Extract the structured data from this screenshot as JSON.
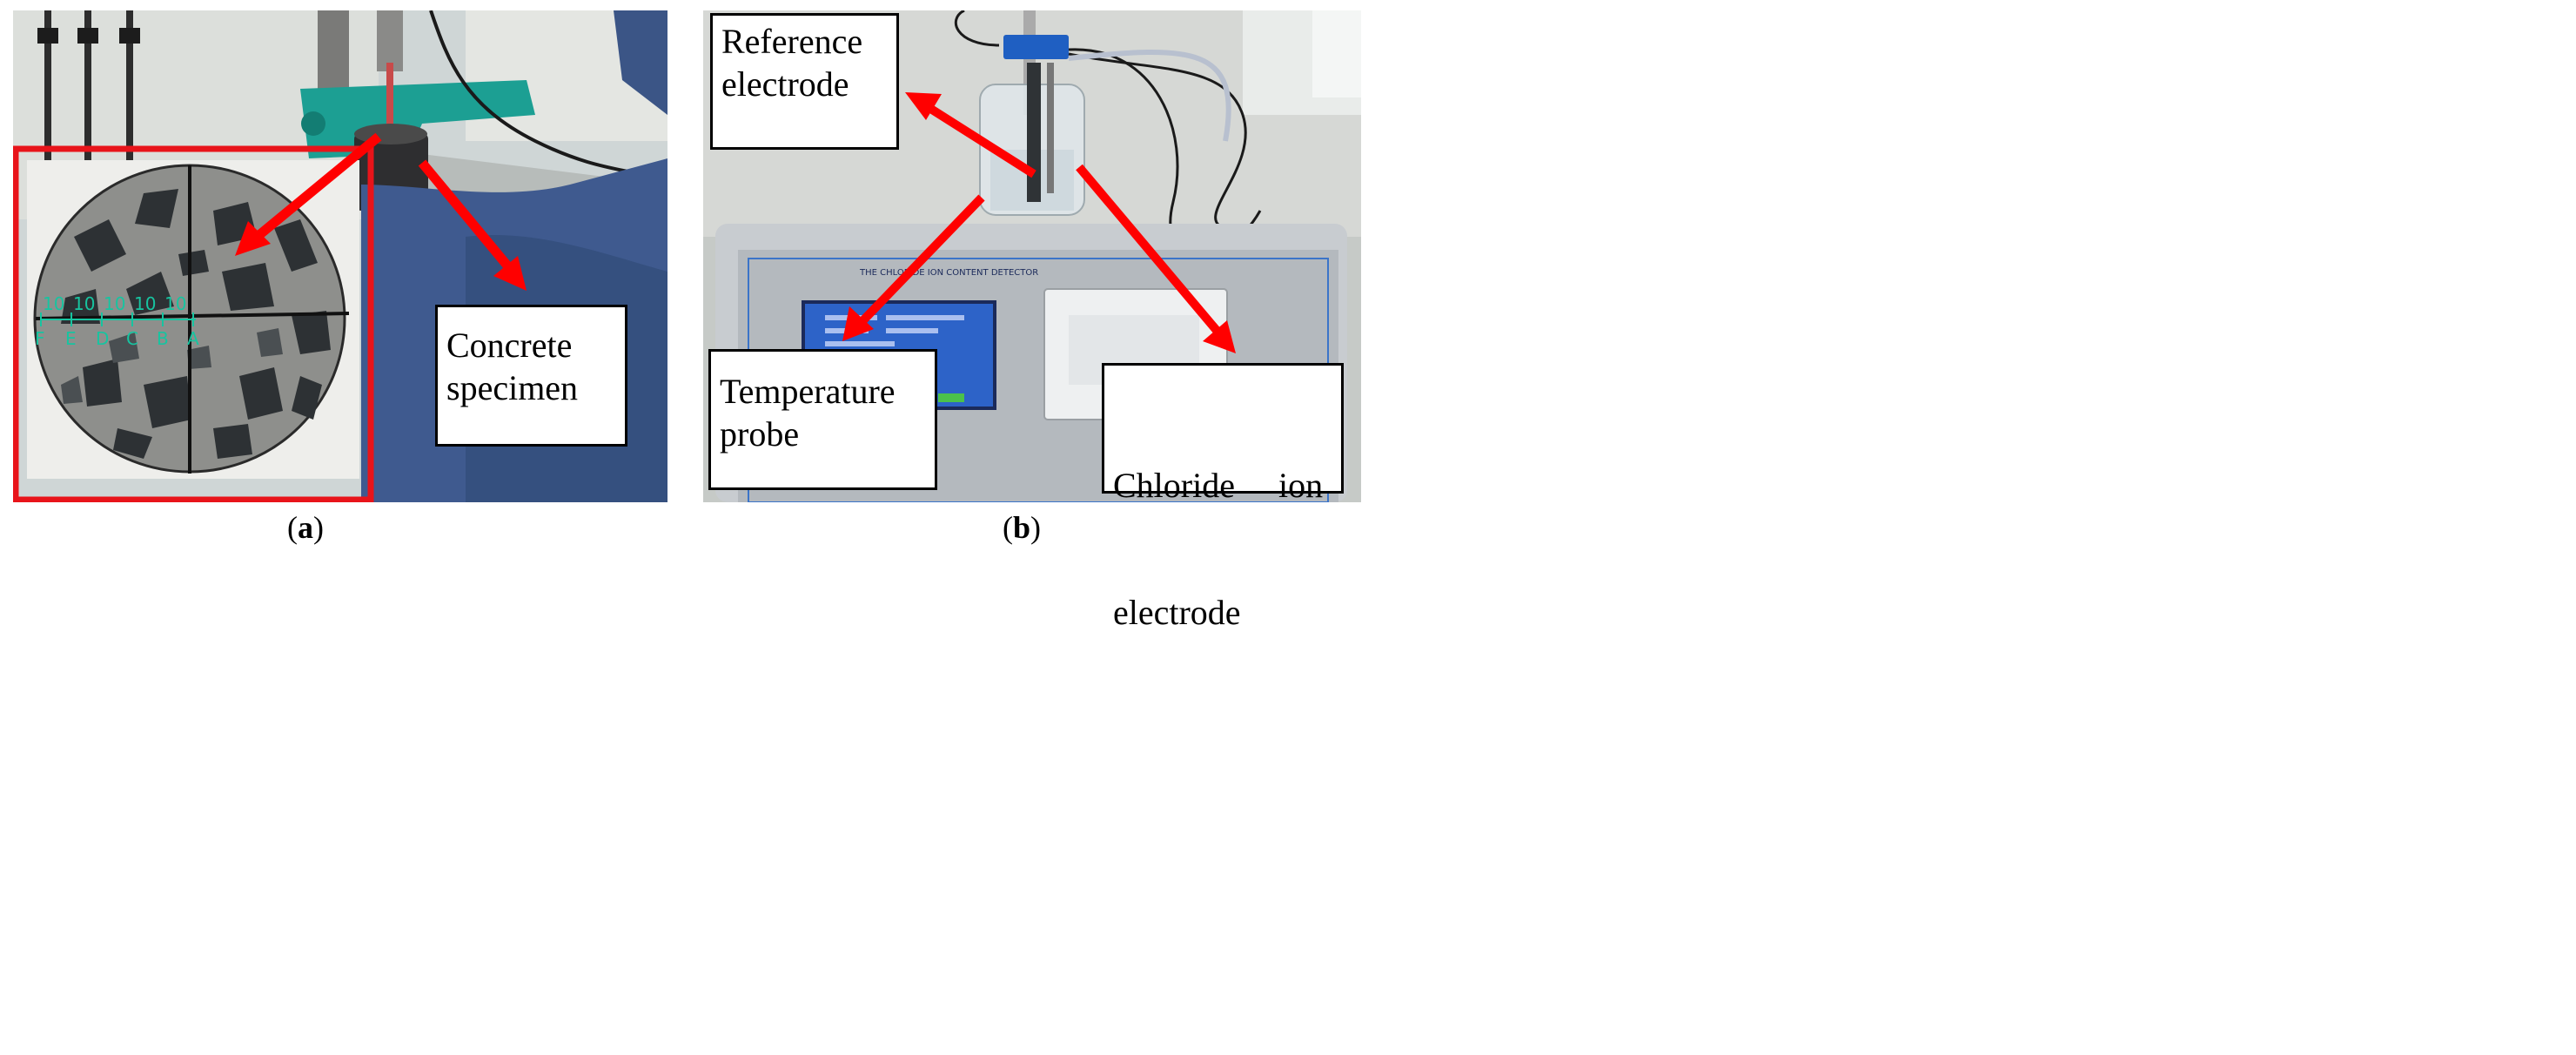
{
  "panel_a": {
    "ruler": {
      "segments": [
        "10",
        "10",
        "10",
        "10",
        "10"
      ],
      "points": [
        "F",
        "E",
        "D",
        "C",
        "B",
        "A"
      ]
    },
    "labels": {
      "concrete_specimen": [
        "Concrete",
        "specimen"
      ]
    },
    "caption": {
      "open": "(",
      "letter": "a",
      "close": ")"
    }
  },
  "panel_b": {
    "labels": {
      "reference_electrode": [
        "Reference",
        "electrode"
      ],
      "temperature_probe": [
        "Temperature",
        "probe"
      ],
      "chloride_ion_electrode": [
        "Chloride     ion",
        "electrode"
      ]
    },
    "device_title": "THE CHLORIDE ION CONTENT DETECTOR",
    "caption": {
      "open": "(",
      "letter": "b",
      "close": ")"
    }
  },
  "colors": {
    "arrow": "#ff0000",
    "frame": "#e8141a",
    "ruler": "#17c4a0",
    "device_screen": "#2d63c8"
  }
}
